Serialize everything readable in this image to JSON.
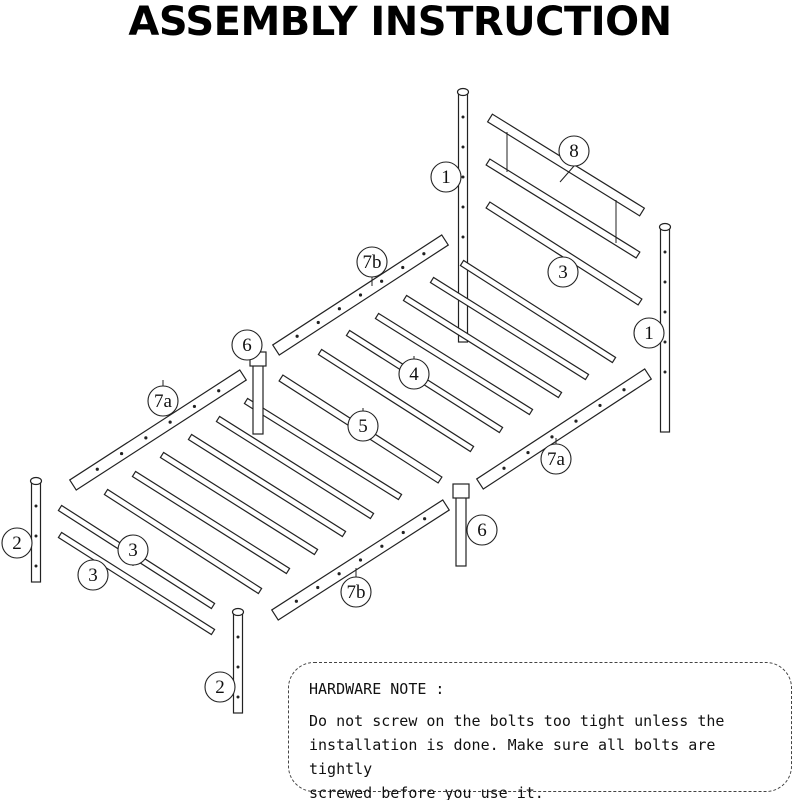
{
  "title": "ASSEMBLY INSTRUCTION",
  "labels": {
    "head_post_left": "1",
    "head_post_right": "1",
    "foot_post_left": "2",
    "foot_post_right": "2",
    "head_rail_lower": "3",
    "foot_rail_upper": "3",
    "foot_rail_lower": "3",
    "slat": "4",
    "center_beam": "5",
    "center_leg_left": "6",
    "center_leg_right": "6",
    "side_rail_left_a": "7a",
    "side_rail_right_a": "7a",
    "side_rail_left_b": "7b",
    "side_rail_right_b": "7b",
    "head_panel": "8"
  },
  "note": {
    "title": "HARDWARE NOTE :",
    "lines": [
      "Do not screw on the bolts too tight unless the",
      "installation is done. Make sure all bolts are tightly",
      "screwed before you use it."
    ]
  }
}
